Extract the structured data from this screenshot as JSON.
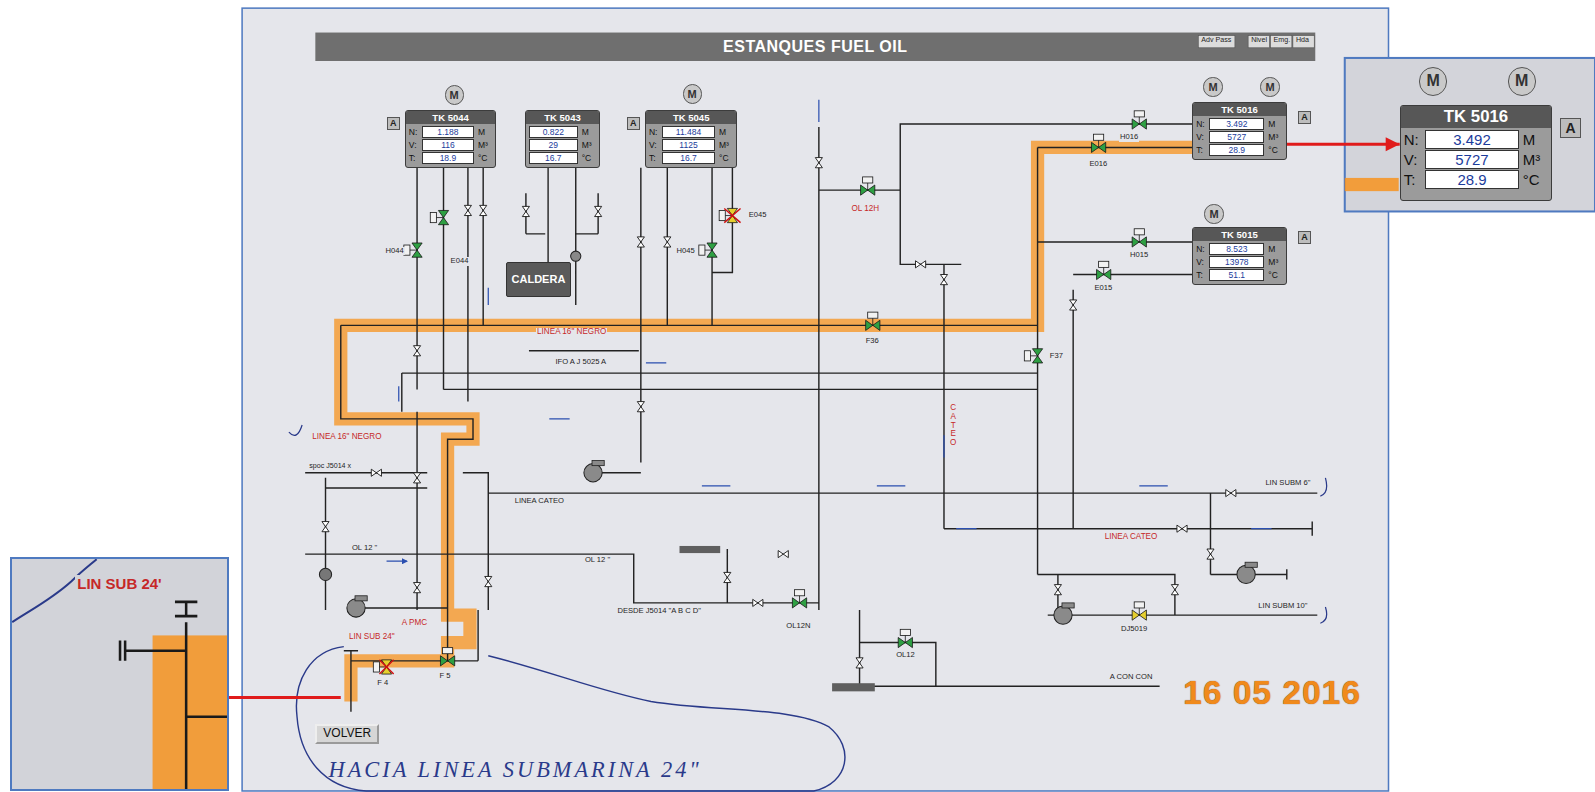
{
  "diagram": {
    "title": "ESTANQUES FUEL OIL",
    "nodes": [
      {
        "text": [
          "M"
        ]
      },
      {
        "text": [
          "A"
        ]
      },
      {
        "text": [
          "TK 5044",
          "N:",
          "1.188",
          "M",
          "V:",
          "116",
          "M³",
          "T:",
          "18.9",
          "°C"
        ]
      },
      {
        "text": [
          "TK 5043",
          "0.822",
          "M",
          "29",
          "M³",
          "16.7",
          "°C"
        ]
      },
      {
        "text": [
          "M"
        ]
      },
      {
        "text": [
          "A"
        ]
      },
      {
        "text": [
          "TK 5045",
          "N:",
          "11.484",
          "M",
          "V:",
          "1125",
          "M³",
          "T:",
          "16.7",
          "°C"
        ]
      },
      {
        "text": [
          "M"
        ]
      },
      {
        "text": [
          "M"
        ]
      },
      {
        "text": [
          "TK 5016",
          "N:",
          "3.492",
          "M",
          "V:",
          "5727",
          "M³",
          "T:",
          "28.9",
          "°C"
        ]
      },
      {
        "text": [
          "A"
        ]
      },
      {
        "text": [
          "M"
        ]
      },
      {
        "text": [
          "TK 5015",
          "N:",
          "8.523",
          "M",
          "V:",
          "13978",
          "M³",
          "T:",
          "51.1",
          "°C"
        ]
      },
      {
        "text": [
          "A"
        ]
      },
      {
        "text": [
          "CALDERA"
        ]
      },
      {
        "text": [
          "VOLVER"
        ]
      },
      {
        "text": [
          "M"
        ]
      },
      {
        "text": [
          "M"
        ]
      },
      {
        "text": [
          "TK 5016",
          "N:",
          "3.492",
          "M",
          "V:",
          "5727",
          "M³",
          "T:",
          "28.9",
          "°C"
        ]
      },
      {
        "text": [
          "A"
        ]
      },
      {
        "text": [
          "LIN SUB 24'"
        ]
      }
    ],
    "edges": [
      {
        "from": 3,
        "to": 14,
        "arrow": "none"
      },
      {
        "from": 9,
        "to": 18,
        "arrow": "to"
      }
    ],
    "labels": [
      "Adv Pass",
      "Nivel",
      "Emg.",
      "Hda",
      "H044",
      "E044",
      "H045",
      "E045",
      "H016",
      "E016",
      "H015",
      "E015",
      "OL 12H",
      "LINEA 16\" NEGRO",
      "F36",
      "F37",
      "IFO A J 5025 A",
      "LINEA 16\" NEGRO",
      "spoc J5014 x",
      "LINEA CATEO",
      "CATEO",
      "LIN SUBM 6\"",
      "LINEA CATEO",
      "OL 12 \"",
      "OL 12 \"",
      "A PMC",
      "LIN SUB 24\"",
      "DESDE J5014  \"A B C D\"",
      "OL12N",
      "OL12",
      "F 5",
      "F 4",
      "DJ5019",
      "LIN SUBM 10\"",
      "A CON CON",
      "16 05 2016",
      "HACIA LINEA SUBMARINA 24\""
    ]
  }
}
